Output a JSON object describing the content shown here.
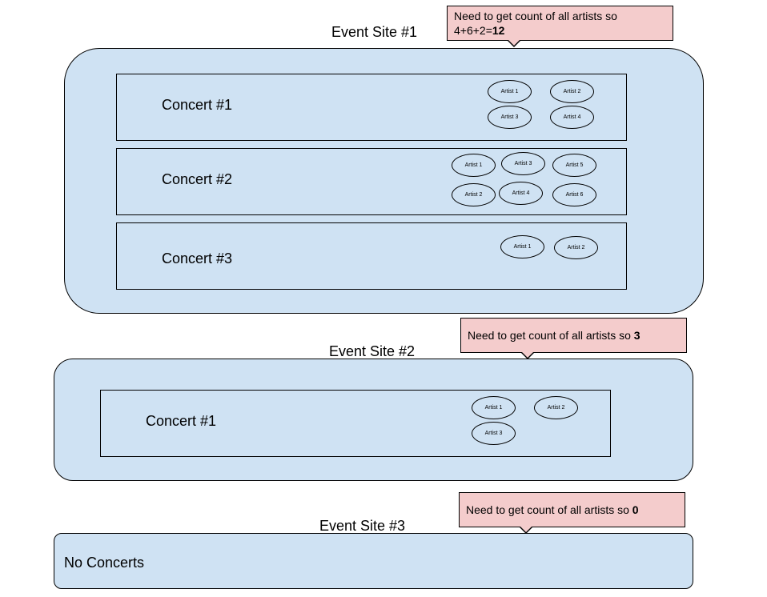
{
  "sites": [
    {
      "title": "Event Site #1",
      "callout": {
        "text": "Need to get count of all artists so 4+6+2=",
        "count": "12"
      },
      "concerts": [
        {
          "title": "Concert #1",
          "artists": [
            "Artist 1",
            "Artist 2",
            "Artist 3",
            "Artist 4"
          ]
        },
        {
          "title": "Concert #2",
          "artists": [
            "Artist 1",
            "Artist 3",
            "Artist 5",
            "Artist 2",
            "Artist 4",
            "Artist 6"
          ]
        },
        {
          "title": "Concert #3",
          "artists": [
            "Artist 1",
            "Artist 2"
          ]
        }
      ]
    },
    {
      "title": "Event Site #2",
      "callout": {
        "text": "Need to get count of all artists so ",
        "count": "3"
      },
      "concerts": [
        {
          "title": "Concert #1",
          "artists": [
            "Artist 1",
            "Artist 2",
            "Artist 3"
          ]
        }
      ]
    },
    {
      "title": "Event Site #3",
      "callout": {
        "text": "Need to get count of all artists so ",
        "count": "0"
      },
      "empty_label": "No Concerts"
    }
  ]
}
